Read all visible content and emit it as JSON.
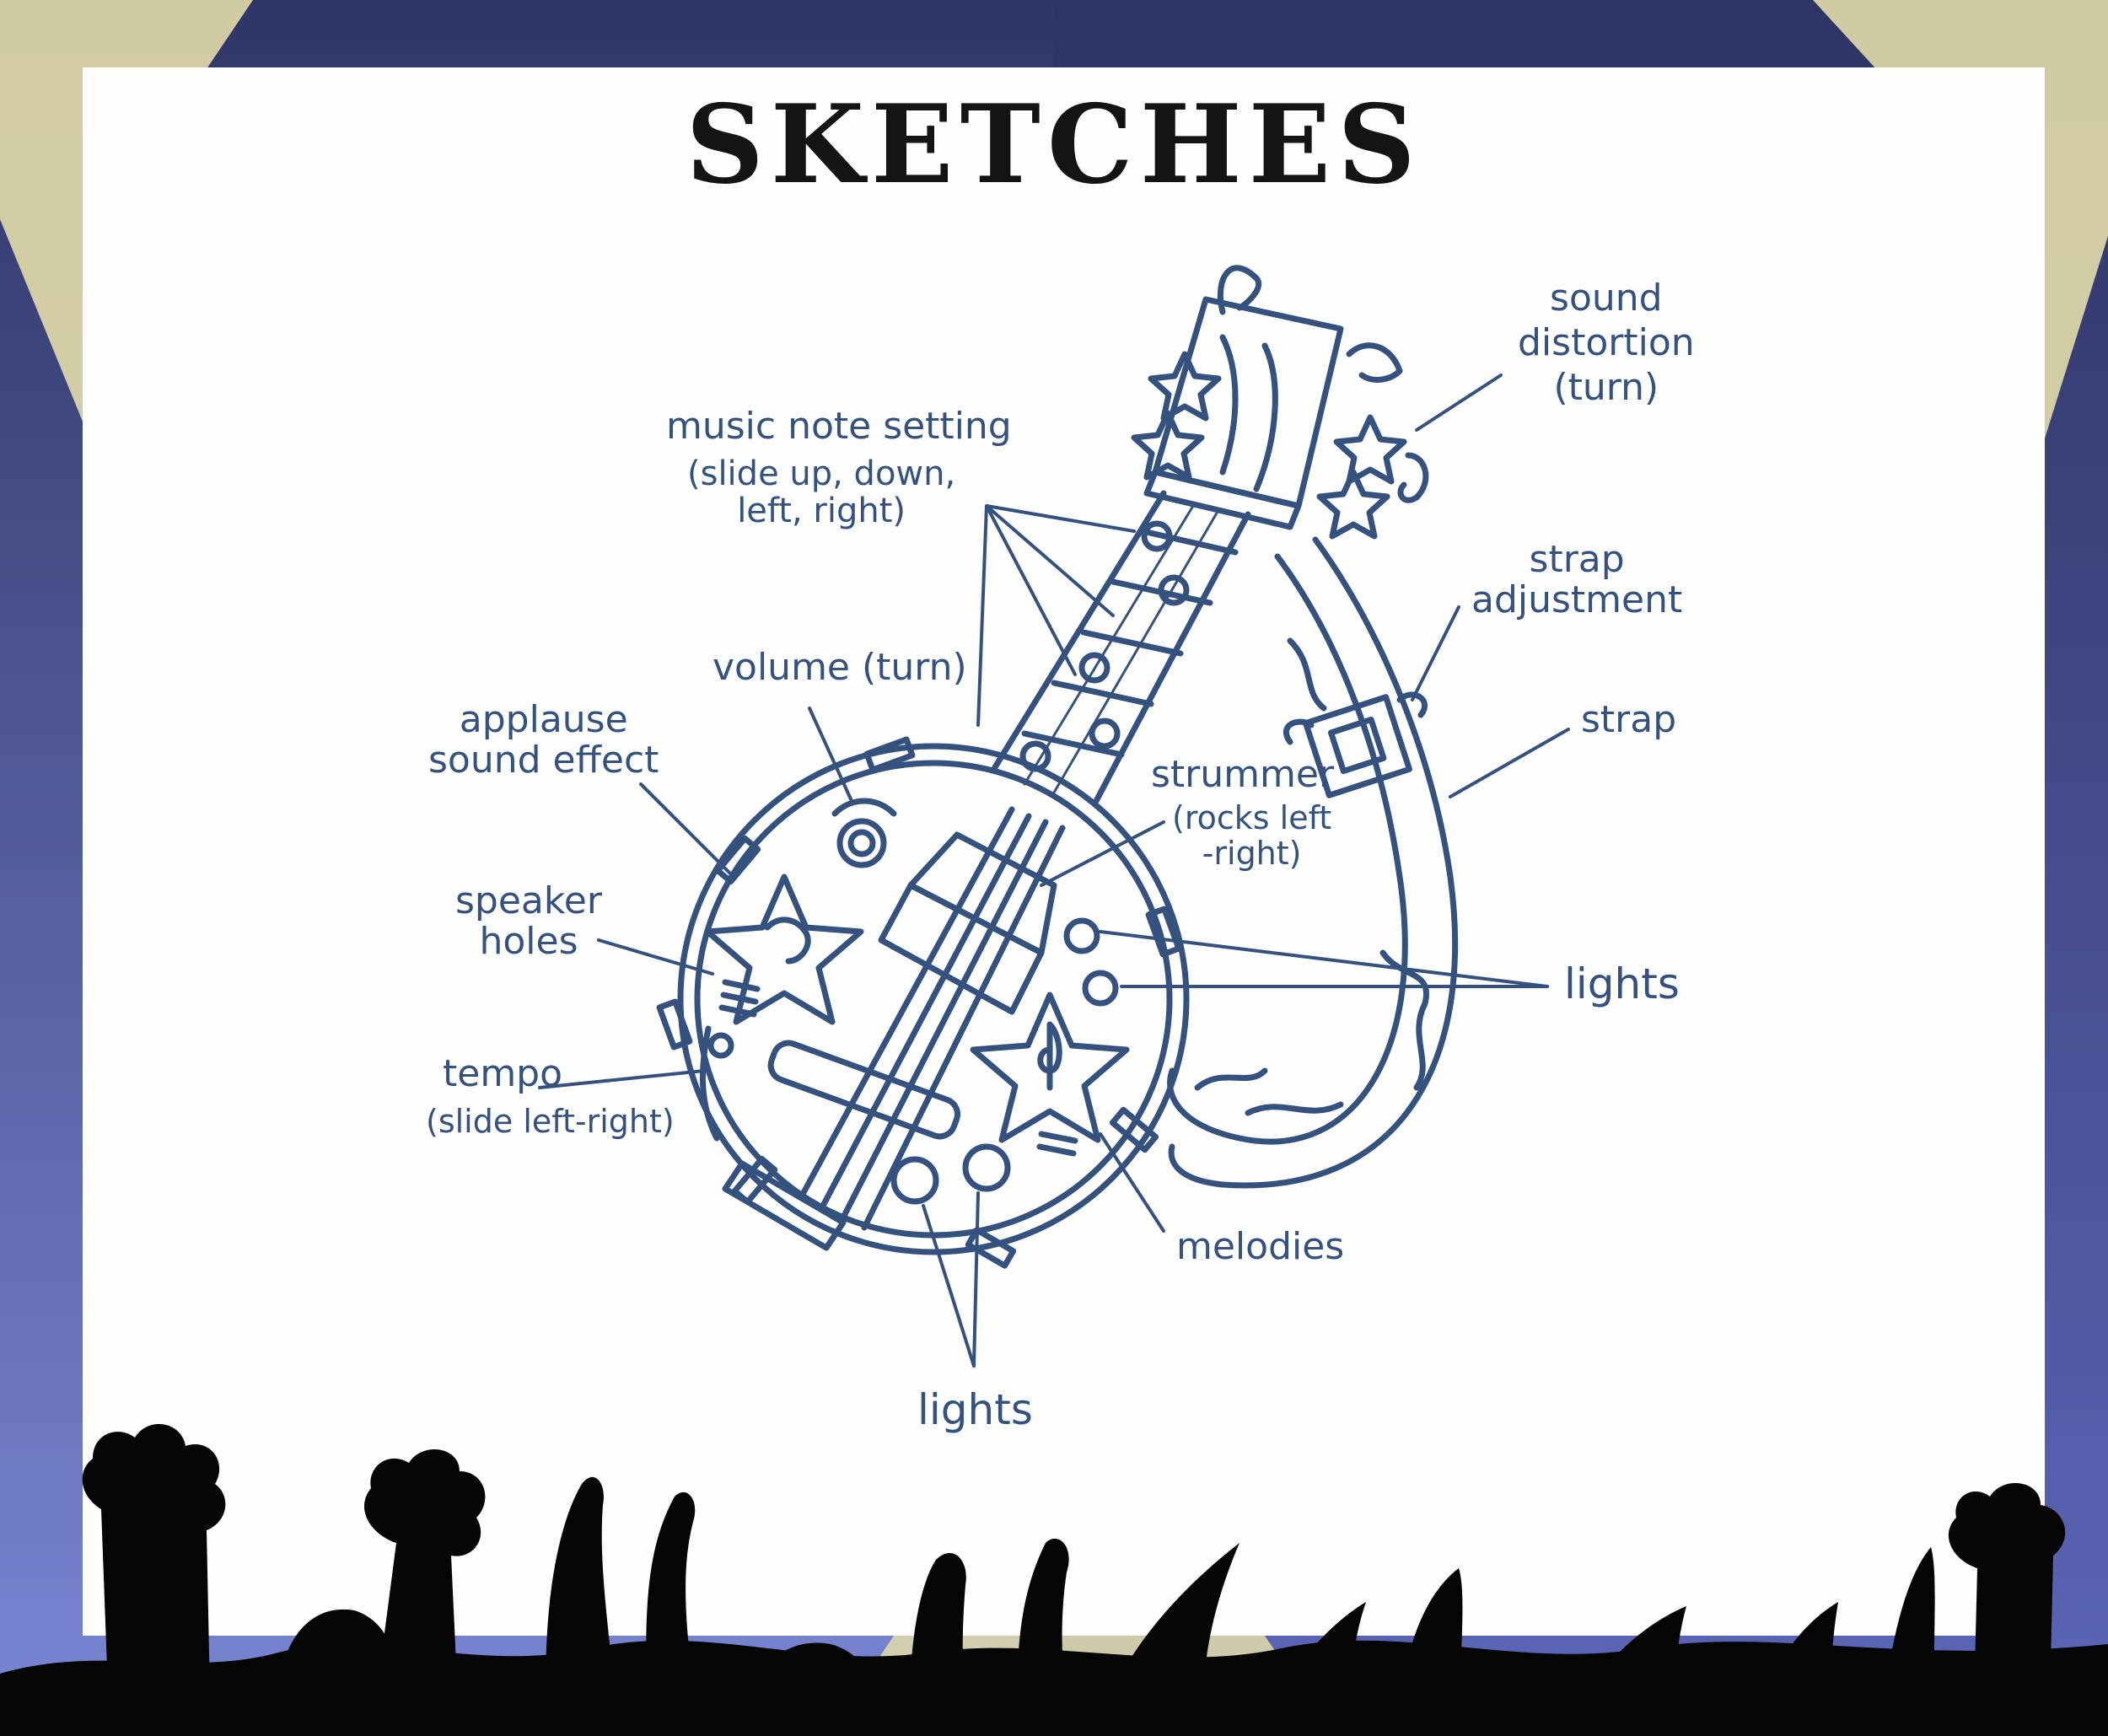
{
  "title": "SKETCHES",
  "colors": {
    "ink": "#35527e",
    "curtain_dark": "#3a3f78",
    "curtain_light": "#7f8ad6",
    "spotlight": "#e3dcaa",
    "board": "#fdfdfb",
    "crowd": "#050505"
  },
  "labels": {
    "sound_distortion": "sound\ndistortion\n(turn)",
    "music_note_setting": "music note setting",
    "music_note_setting_detail": "(slide up, down,\nleft, right)",
    "strap_adjustment": "strap\nadjustment",
    "volume": "volume (turn)",
    "strap": "strap",
    "applause": "applause\nsound effect",
    "strummer": "strummer",
    "strummer_detail": "(rocks left\n-right)",
    "speaker_holes": "speaker\nholes",
    "lights_right": "lights",
    "tempo": "tempo",
    "tempo_detail": "(slide left-right)",
    "melodies": "melodies",
    "lights_bottom": "lights"
  }
}
